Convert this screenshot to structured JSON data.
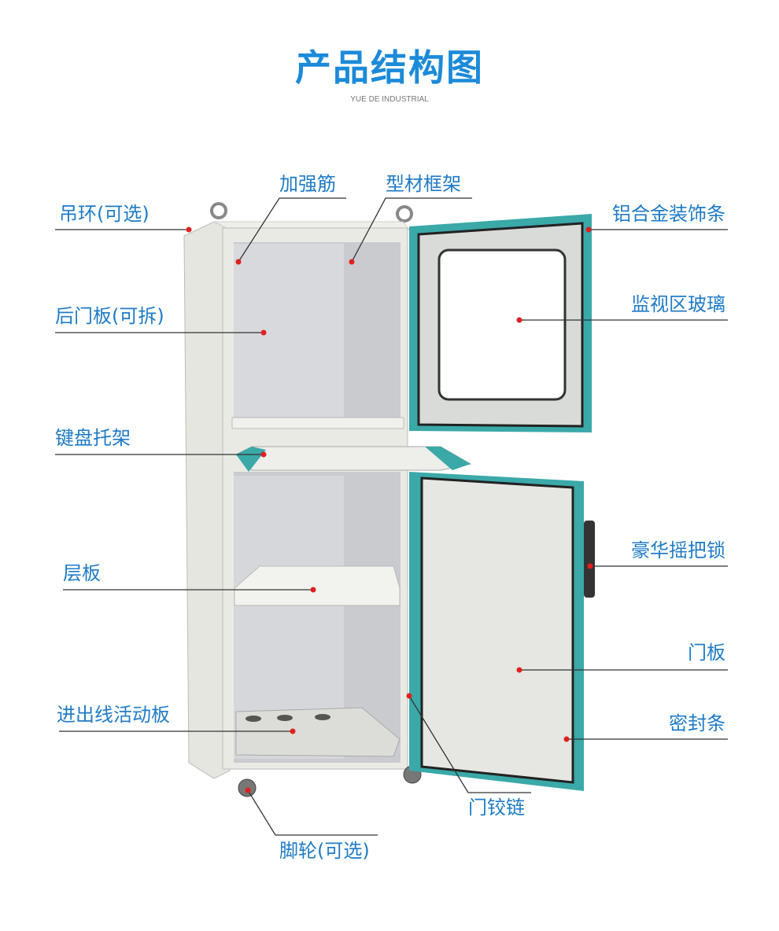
{
  "header": {
    "title": "产品结构图",
    "subtitle": "YUE DE INDUSTRIAL"
  },
  "colors": {
    "title": "#1c8ad9",
    "label": "#1f7bc6",
    "accent_frame": "#3aa9a8",
    "marker": "#e02020"
  },
  "labels": {
    "lifting_ring": "吊环(可选)",
    "reinforcing_rib": "加强筋",
    "profile_frame": "型材框架",
    "aluminum_trim": "铝合金装饰条",
    "rear_panel": "后门板(可拆)",
    "viewing_glass": "监视区玻璃",
    "keyboard_tray": "键盘托架",
    "shelf": "层板",
    "handle_lock": "豪华摇把锁",
    "door_panel": "门板",
    "cable_plate": "进出线活动板",
    "seal_strip": "密封条",
    "door_hinge": "门铰链",
    "caster": "脚轮(可选)"
  }
}
